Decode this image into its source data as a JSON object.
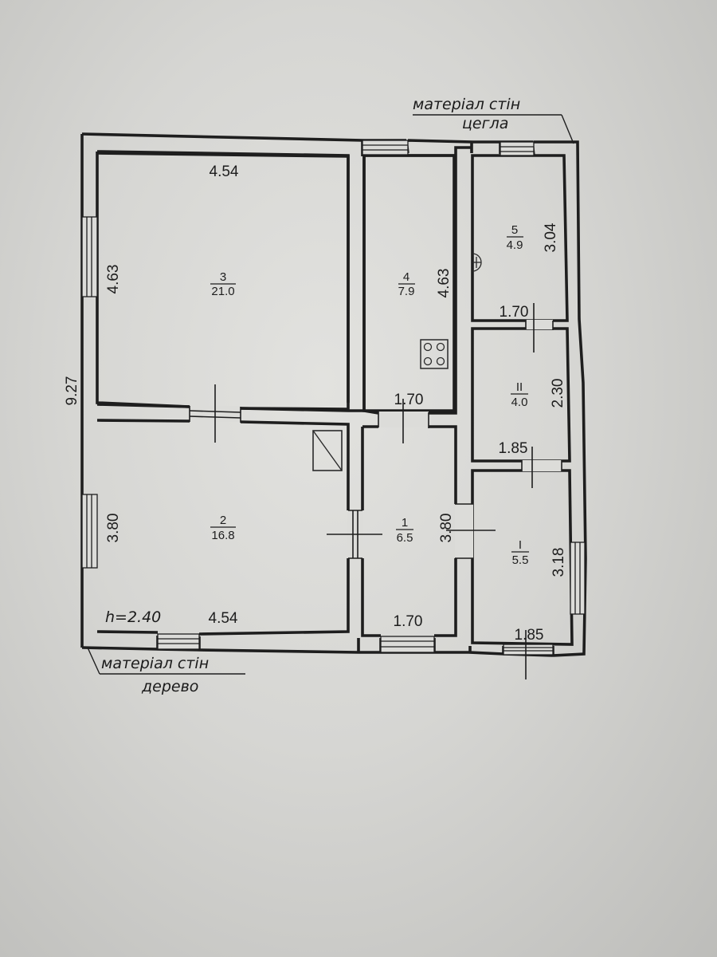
{
  "wall_material_top": {
    "label": "матеріал стін",
    "value": "цегла"
  },
  "wall_material_bottom": {
    "label": "матеріал стін",
    "value": "дерево"
  },
  "ceiling_height": "h=2.40",
  "overall_dimension": "9.27",
  "rooms": [
    {
      "id": "3",
      "area": "21.0"
    },
    {
      "id": "4",
      "area": "7.9"
    },
    {
      "id": "5",
      "area": "4.9"
    },
    {
      "id": "II",
      "area": "4.0"
    },
    {
      "id": "2",
      "area": "16.8"
    },
    {
      "id": "1",
      "area": "6.5"
    },
    {
      "id": "I",
      "area": "5.5"
    }
  ],
  "dimensions": {
    "room3_width": "4.54",
    "room3_height": "4.63",
    "room4_height": "4.63",
    "room5_height": "3.04",
    "room5_width": "1.70",
    "room4_width": "1.70",
    "roomII_height": "2.30",
    "roomII_width": "1.85",
    "room2_height": "3.80",
    "room1_height": "3.80",
    "roomI_height": "3.18",
    "room2_width": "4.54",
    "room1_width": "1.70",
    "roomI_width": "1.85"
  }
}
